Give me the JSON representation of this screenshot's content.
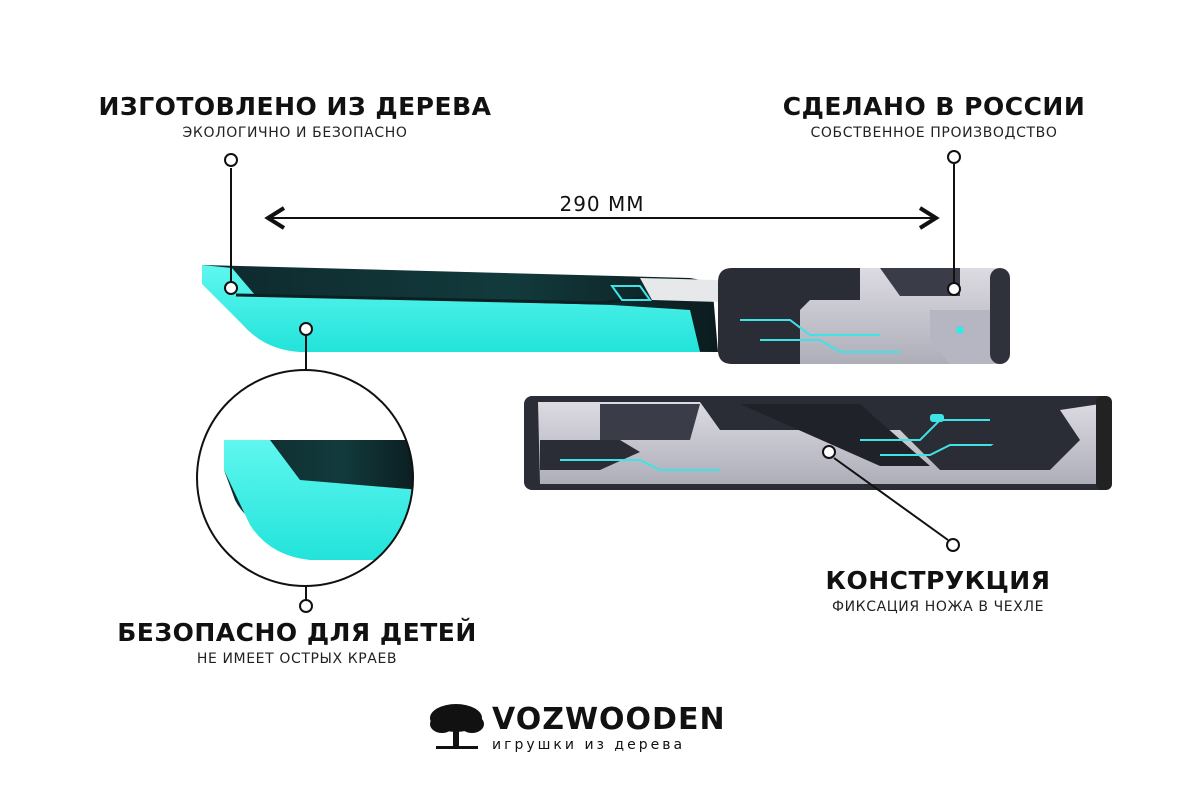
{
  "callouts": {
    "wood": {
      "title": "ИЗГОТОВЛЕНО ИЗ ДЕРЕВА",
      "subtitle": "ЭКОЛОГИЧНО И БЕЗОПАСНО"
    },
    "russia": {
      "title": "СДЕЛАНО В РОССИИ",
      "subtitle": "СОБСТВЕННОЕ ПРОИЗВОДСТВО"
    },
    "children": {
      "title": "БЕЗОПАСНО ДЛЯ ДЕТЕЙ",
      "subtitle": "НЕ ИМЕЕТ ОСТРЫХ КРАЕВ"
    },
    "construction": {
      "title": "КОНСТРУКЦИЯ",
      "subtitle": "ФИКСАЦИЯ НОЖА В ЧЕХЛЕ"
    }
  },
  "dimension": {
    "label": "290 ММ"
  },
  "brand": {
    "name": "VOZWOODEN",
    "tagline": "игрушки из дерева"
  },
  "colors": {
    "blade_cyan": "#2ef0e6",
    "blade_dark": "#123a3c",
    "handle_grey": "#c9c8d1",
    "handle_dark": "#2a2d35",
    "accent_cyan": "#3fe3e6"
  }
}
